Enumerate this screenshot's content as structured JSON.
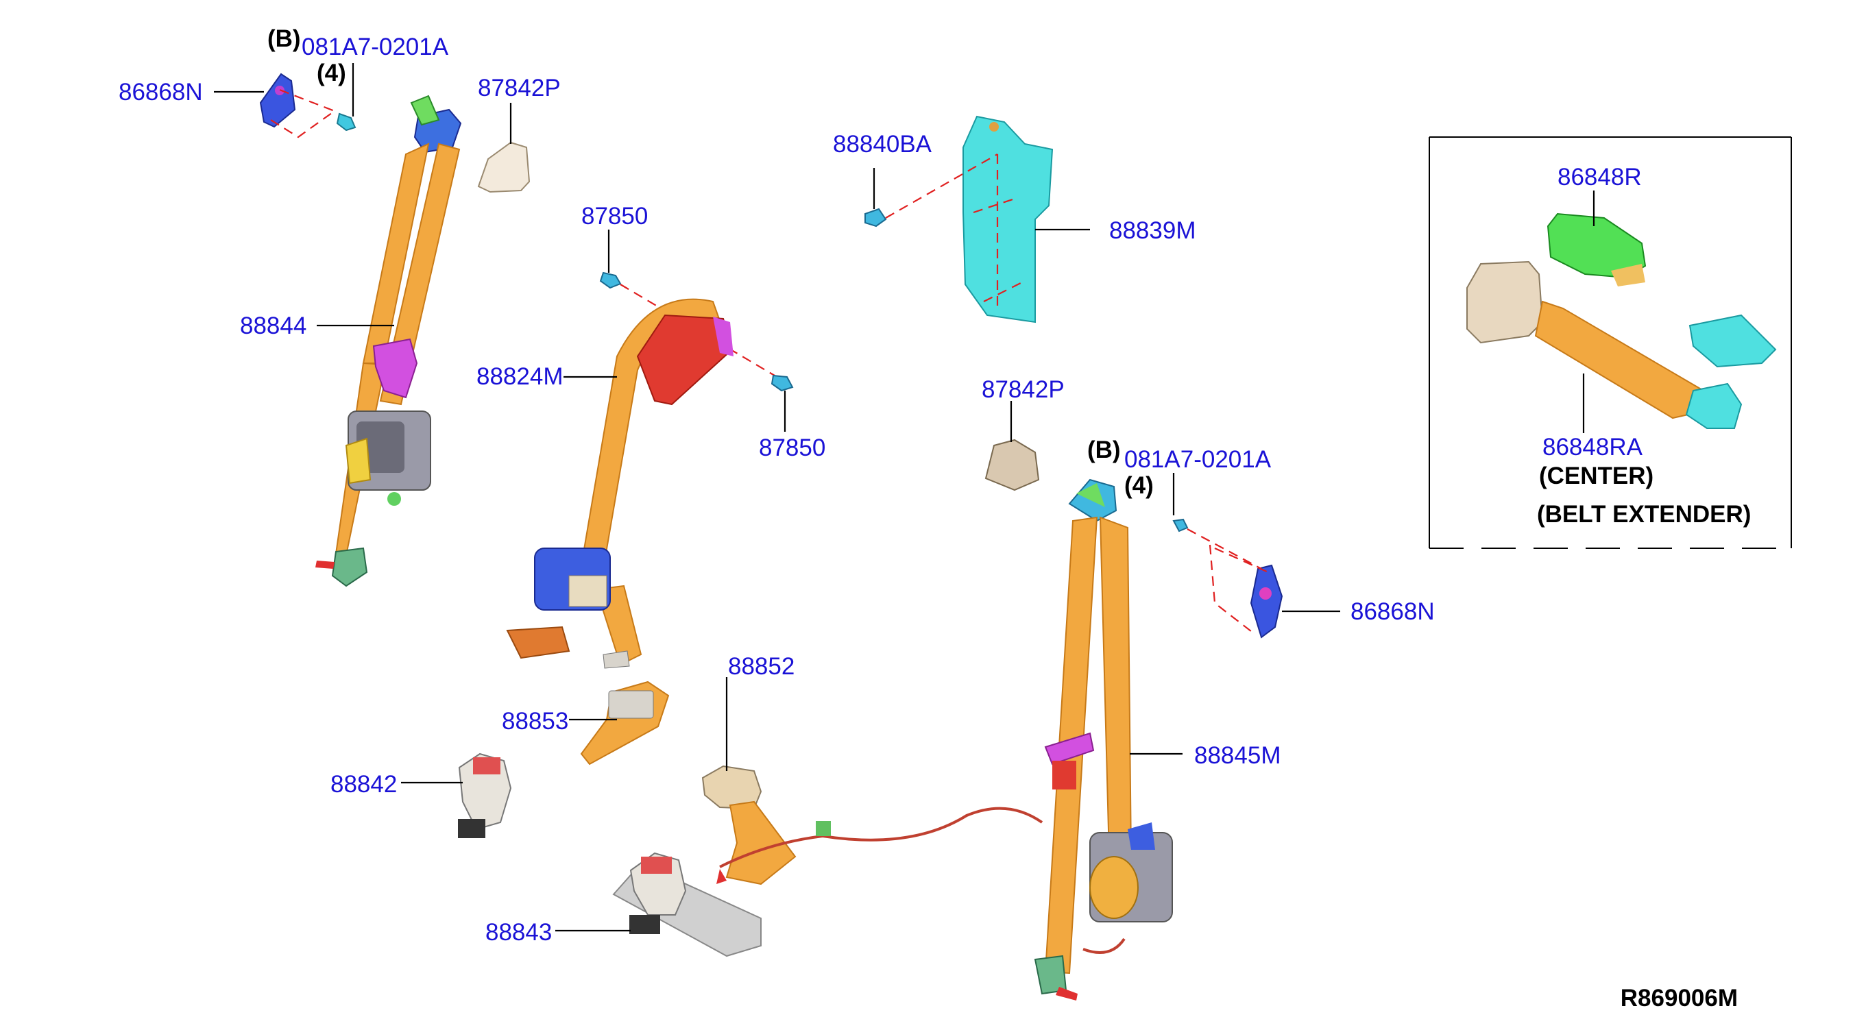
{
  "diagram": {
    "ref_code": "R869006M",
    "labels": {
      "b_left": "(B)",
      "bolt_left": "081A7-0201A",
      "qty_left": "(4)",
      "anchor_left": "86868N",
      "cover_top": "87842P",
      "belt_left": "88844",
      "bolt_mid_top": "87850",
      "belt_center": "88824M",
      "bolt_mid_right": "87850",
      "bolt_bracket": "88840BA",
      "bracket": "88839M",
      "cover_right": "87842P",
      "b_right": "(B)",
      "bolt_right": "081A7-0201A",
      "qty_right": "(4)",
      "anchor_right": "86868N",
      "buckle_center_small": "88853",
      "buckle_left": "88842",
      "buckle_wire": "88852",
      "buckle_plate": "88843",
      "belt_right": "88845M"
    },
    "inset": {
      "cover": "86848R",
      "extender": "86848RA",
      "note1": "(CENTER)",
      "note2": "(BELT EXTENDER)"
    }
  }
}
